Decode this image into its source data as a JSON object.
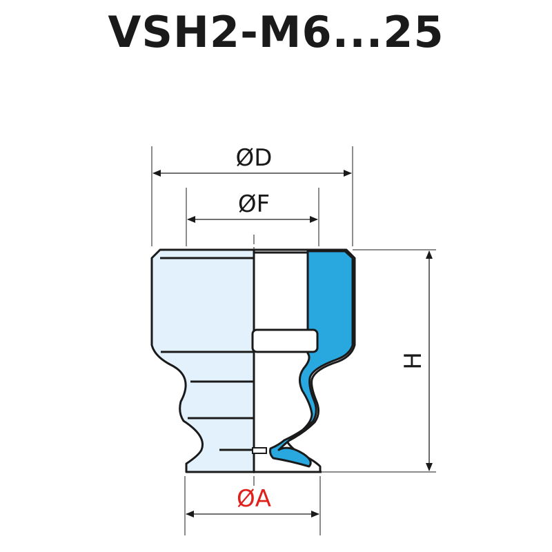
{
  "title": "VSH2-M6...25",
  "dimensions": {
    "outer_diameter": "ØD",
    "inner_diameter": "ØF",
    "height": "H",
    "base_diameter": "ØA"
  },
  "colors": {
    "body_fill": "#e2f1fb",
    "section_fill": "#29a8e0",
    "outline": "#1a1a1a",
    "highlight_label": "#e0201b"
  }
}
